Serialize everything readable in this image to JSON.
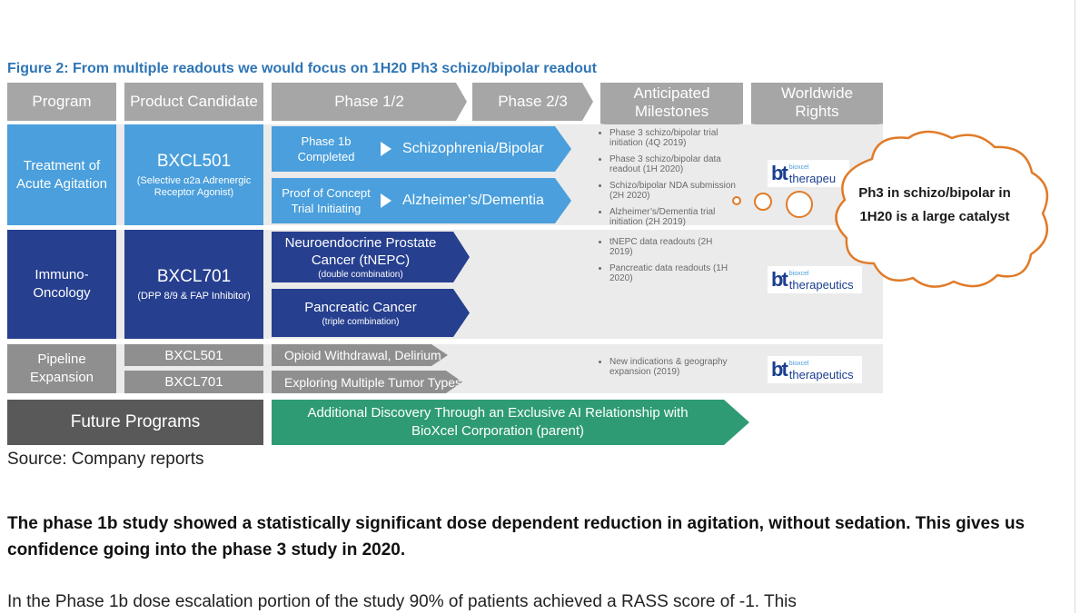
{
  "figure_title": "Figure 2: From multiple readouts we would focus on 1H20 Ph3 schizo/bipolar readout",
  "headers": {
    "program": "Program",
    "product": "Product Candidate",
    "phase12": "Phase 1/2",
    "phase23": "Phase 2/3",
    "milestones": "Anticipated Milestones",
    "rights": "Worldwide Rights"
  },
  "rows": {
    "agitation": {
      "program": "Treatment of Acute Agitation",
      "product": "BXCL501",
      "product_note": "(Selective α2a Adrenergic Receptor Agonist)",
      "pill1_sub": "Phase 1b Completed",
      "pill1_main": "Schizophrenia/Bipolar",
      "pill2_sub": "Proof of Concept Trial Initiating",
      "pill2_main": "Alzheimer’s/Dementia",
      "milestones": [
        "Phase 3 schizo/bipolar trial initiation (4Q 2019)",
        "Phase 3 schizo/bipolar data readout (1H 2020)",
        "Schizo/bipolar NDA submission (2H 2020)",
        "Alzheimer’s/Dementia trial initiation (2H 2019)"
      ]
    },
    "onco": {
      "program": "Immuno-Oncology",
      "product": "BXCL701",
      "product_note": "(DPP 8/9 & FAP Inhibitor)",
      "pill1_main": "Neuroendocrine Prostate Cancer (tNEPC)",
      "pill1_small": "(double combination)",
      "pill2_main": "Pancreatic Cancer",
      "pill2_small": "(triple combination)",
      "milestones": [
        "tNEPC data readouts (2H 2019)",
        "Pancreatic data readouts (1H 2020)"
      ]
    },
    "pipeline": {
      "program": "Pipeline Expansion",
      "product1": "BXCL501",
      "product2": "BXCL701",
      "pill1": "Opioid Withdrawal, Delirium",
      "pill2": "Exploring Multiple Tumor Types",
      "milestones": [
        "New indications & geography expansion (2019)"
      ]
    },
    "future": {
      "program": "Future Programs",
      "discovery": "Additional Discovery Through an Exclusive AI Relationship with BioXcel Corporation (parent)"
    }
  },
  "logo": {
    "mark": "bt",
    "small": "bioxcel",
    "name": "therapeutics",
    "name_cut": "therapeu"
  },
  "callout": "Ph3 in schizo/bipolar in 1H20 is a large catalyst",
  "source": "Source: Company reports",
  "para_bold": "The phase 1b study showed a statistically significant dose dependent reduction in agitation, without sedation. This gives us confidence going into the phase 3 study in 2020.",
  "para": "In the Phase 1b dose escalation portion of the study 90% of patients achieved a RASS score of -1. This",
  "colors": {
    "title_blue": "#2f75b5",
    "header_gray": "#a6a6a6",
    "light_blue": "#4a9fdc",
    "navy": "#263f8f",
    "mid_gray": "#8f8f8f",
    "dark_gray": "#595959",
    "green": "#2e9b74",
    "callout_orange": "#e07b28"
  }
}
